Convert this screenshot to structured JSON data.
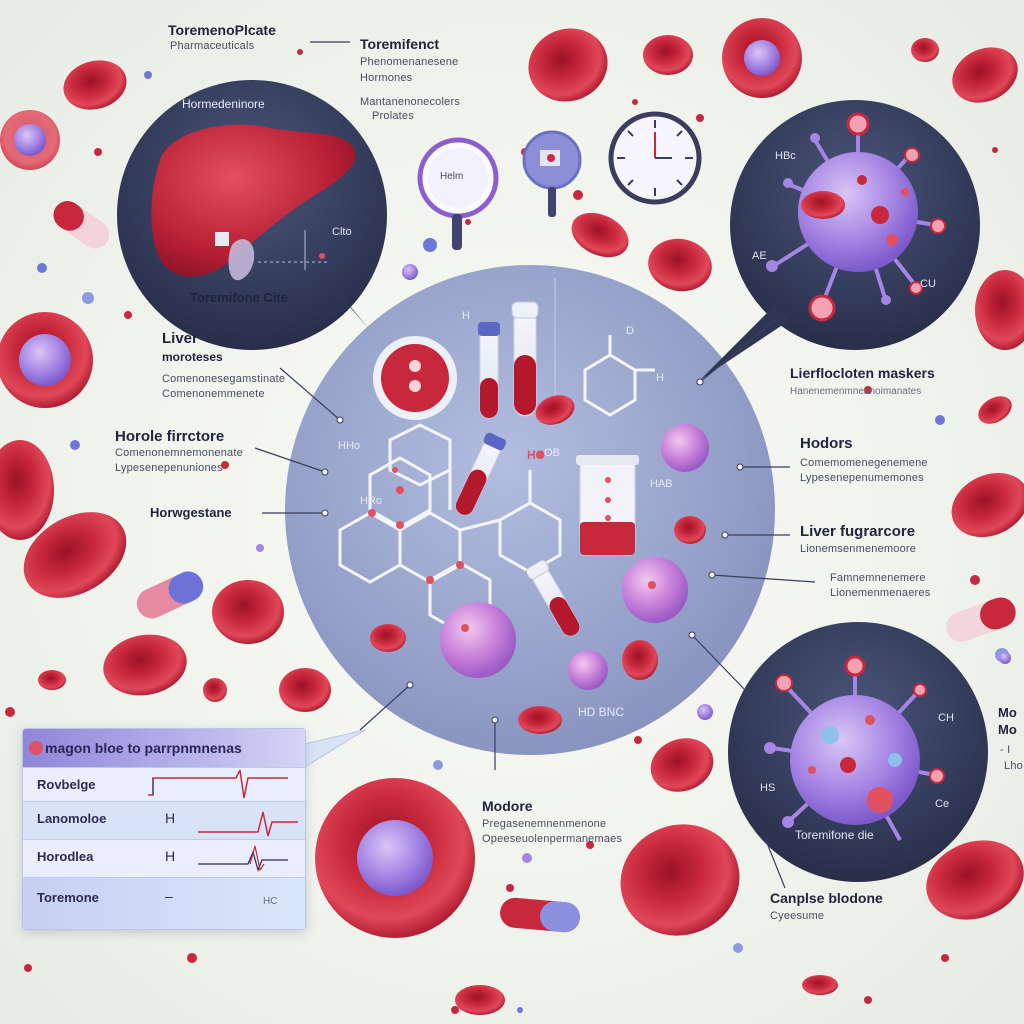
{
  "labels": {
    "top_title": "ToremenoPlcate",
    "top_subtitle": "Pharmaceuticals",
    "top_right_title": "Toremifenct",
    "top_right_line1": "Phenomenanesene",
    "top_right_line2": "Hormones",
    "top_right_bullet1": "Mantanenonecolers",
    "top_right_bullet2": "Prolates",
    "liver_bubble_title": "Hormedeninore",
    "liver_bubble_tag": "Toremifone Cite",
    "liver_bubble_side": "Clto",
    "magnifier_text": "Helm",
    "liver_title": "Liver",
    "liver_sub1": "moroteses",
    "liver_sub2": "Comenonesegamstinate",
    "liver_sub3": "Comenonemmenete",
    "horole_title": "Horole firrctore",
    "horole_sub1": "Comenonemnemonenate",
    "horole_sub2": "Lypesenepenuniones",
    "horwgestane": "Horwgestane",
    "virus_label_hbo": "HBc",
    "virus_label_ae": "AE",
    "virus_label_cu": "CU",
    "right_title": "Lierflocloten maskers",
    "right_sub": "Hanenemenmneanoimanates",
    "hodors_title": "Hodors",
    "hodors_sub1": "Comemomenegenemene",
    "hodors_sub2": "Lypesenepenumemones",
    "liver_fug_title": "Liver fugrarcore",
    "liver_fug_sub": "Lionemsenmenemoore",
    "liver_fug_b1": "Famnemnenemere",
    "liver_fug_b2": "Lionemenmenaeres",
    "mol_h": "H",
    "mol_hho": "HHo",
    "mol_hro": "HRo",
    "mol_ho": "HO",
    "mol_d": "D",
    "mol_h2": "H",
    "mol_ob": "OB",
    "mol_hab": "HAB",
    "hd_bnc": "HD BNC",
    "modore_title": "Modore",
    "modore_sub1": "Pregasenemnenmenone",
    "modore_sub2": "Opeeseuolenpermanemaes",
    "virus2_hs": "HS",
    "virus2_ch": "CH",
    "virus2_ce": "Ce",
    "virus2_tag": "Toremifone die",
    "complse_title": "Canplse blodone",
    "complse_sub": "Cyeesume",
    "edge_title1": "Mo",
    "edge_title2": "Mo",
    "edge_sub1": "- I",
    "edge_sub2": "Lho"
  },
  "panel": {
    "title": "magon bloe to parrpnmnenas",
    "rows": [
      {
        "label": "Rovbelge",
        "value": "",
        "extra": ""
      },
      {
        "label": "Lanomoloe",
        "value": "H",
        "extra": ""
      },
      {
        "label": "Horodlea",
        "value": "H",
        "extra": ""
      },
      {
        "label": "Toremone",
        "value": "–",
        "extra": "HC"
      }
    ]
  },
  "colors": {
    "red_cell": "#c8283c",
    "red_cell_light": "#e04a5b",
    "virus_purple": "#8c68d8",
    "bubble_dark": "#2b3150",
    "center_disc": "#9aa6cc",
    "accent_blue": "#5b67c4"
  }
}
